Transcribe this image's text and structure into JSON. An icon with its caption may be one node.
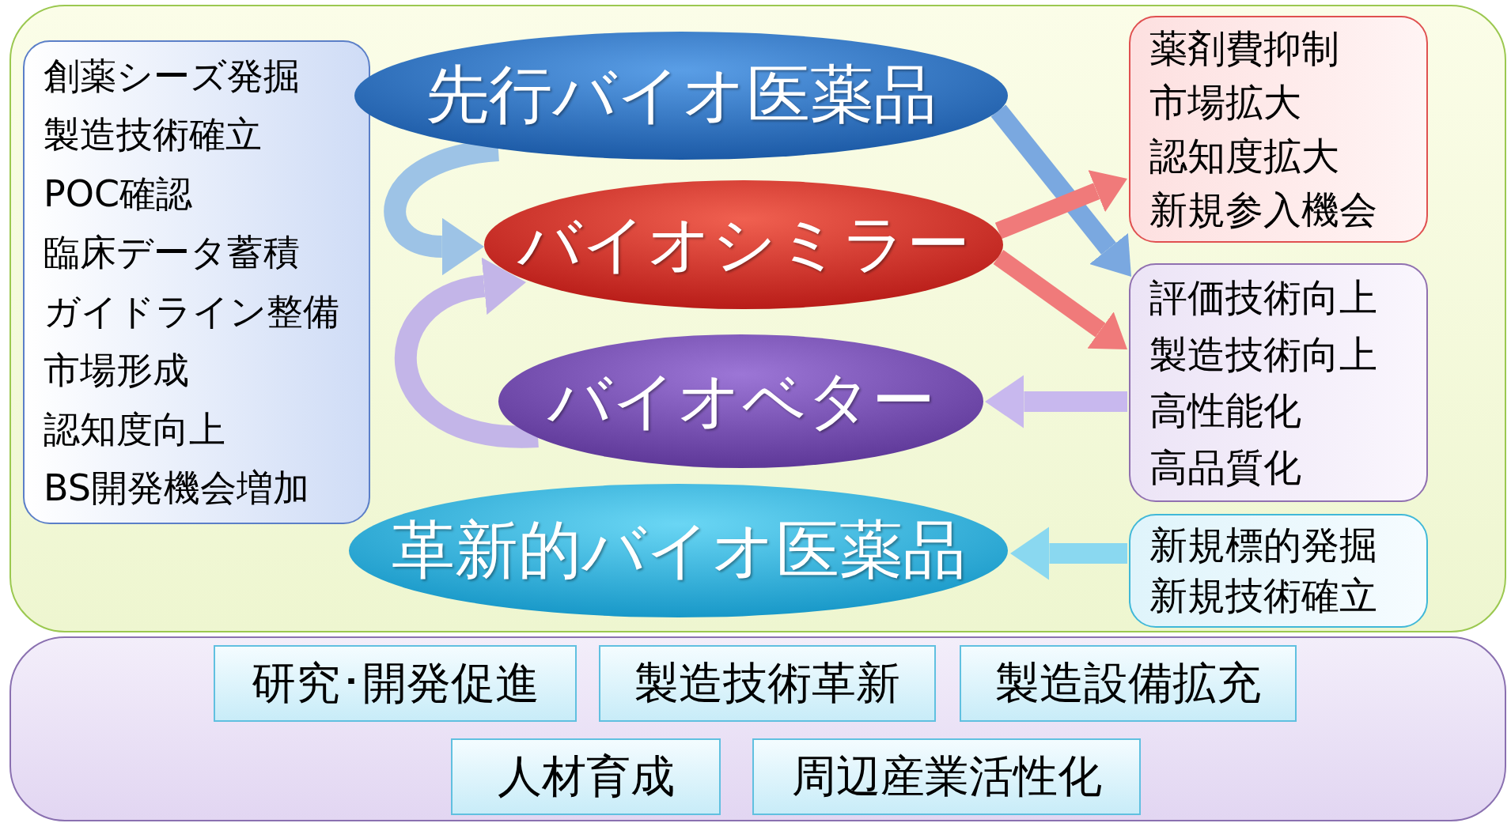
{
  "diagram": {
    "nodes": [
      {
        "text": [],
        "shape": "box"
      },
      {
        "text": [
          "創薬シーズ発掘",
          "製造技術確立",
          "POC確認",
          "臨床データ蓄積",
          "ガイドライン整備",
          "市場形成",
          "認知度向上",
          "BS開発機会増加"
        ],
        "in": 0
      },
      {
        "text": [
          "先行バイオ医薬品"
        ],
        "in": 0
      },
      {
        "text": [
          "バイオシミラー"
        ],
        "in": 0
      },
      {
        "text": [
          "バイオベター"
        ],
        "in": 0
      },
      {
        "text": [
          "革新的バイオ医薬品"
        ],
        "in": 0
      },
      {
        "text": [
          "薬剤費抑制",
          "市場拡大",
          "認知度拡大",
          "新規参入機会"
        ],
        "in": 0
      },
      {
        "text": [
          "評価技術向上",
          "製造技術向上",
          "高性能化",
          "高品質化"
        ],
        "in": 0
      },
      {
        "text": [
          "新規標的発掘",
          "新規技術確立"
        ],
        "in": 0
      },
      {
        "text": [],
        "shape": "box"
      },
      {
        "text": [
          "研究･開発促進"
        ],
        "in": 9
      },
      {
        "text": [
          "製造技術革新"
        ],
        "in": 9
      },
      {
        "text": [
          "製造設備拡充"
        ],
        "in": 9
      },
      {
        "text": [
          "人材育成"
        ],
        "in": 9
      },
      {
        "text": [
          "周辺産業活性化"
        ],
        "in": 9
      }
    ],
    "edges": [
      {
        "from": 2,
        "to": 3,
        "arrow": "to",
        "color": "#9dc3e6"
      },
      {
        "from": 4,
        "to": 3,
        "arrow": "to",
        "color": "#c3b5e8"
      },
      {
        "from": 2,
        "to": 7,
        "arrow": "to",
        "color": "#7aa8e0"
      },
      {
        "from": 3,
        "to": 6,
        "arrow": "to",
        "color": "#f07a7a"
      },
      {
        "from": 3,
        "to": 7,
        "arrow": "to",
        "color": "#f07a7a"
      },
      {
        "from": 7,
        "to": 4,
        "arrow": "to",
        "color": "#c8b8ee"
      },
      {
        "from": 8,
        "to": 5,
        "arrow": "to",
        "color": "#8ad8f0"
      }
    ]
  }
}
